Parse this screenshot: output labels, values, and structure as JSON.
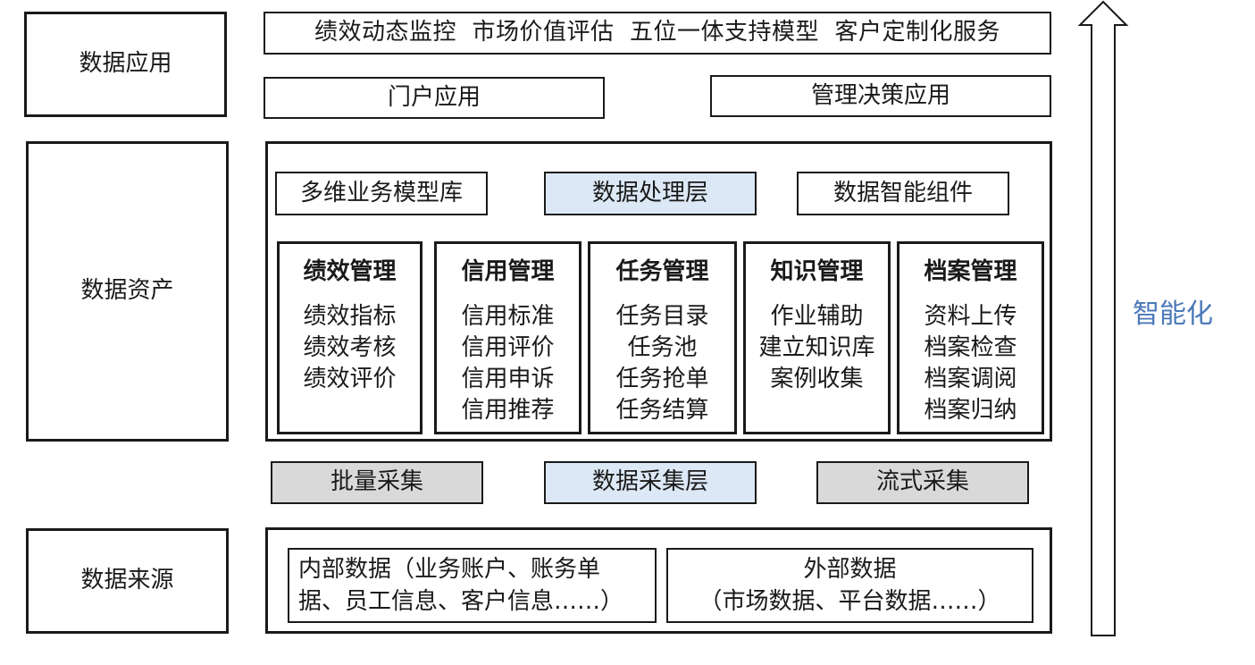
{
  "layers": {
    "application": "数据应用",
    "assets": "数据资产",
    "sources": "数据来源"
  },
  "application": {
    "top_bar": "绩效动态监控  市场价值评估  五位一体支持模型  客户定制化服务",
    "portal": "门户应用",
    "decision": "管理决策应用"
  },
  "assets": {
    "model_lib": "多维业务模型库",
    "processing_layer": "数据处理层",
    "smart_components": "数据智能组件",
    "modules": [
      {
        "title": "绩效管理",
        "items": [
          "绩效指标",
          "绩效考核",
          "绩效评价"
        ]
      },
      {
        "title": "信用管理",
        "items": [
          "信用标准",
          "信用评价",
          "信用申诉",
          "信用推荐"
        ]
      },
      {
        "title": "任务管理",
        "items": [
          "任务目录",
          "任务池",
          "任务抢单",
          "任务结算"
        ]
      },
      {
        "title": "知识管理",
        "items": [
          "作业辅助",
          "建立知识库",
          "案例收集"
        ]
      },
      {
        "title": "档案管理",
        "items": [
          "资料上传",
          "档案检查",
          "档案调阅",
          "档案归纳"
        ]
      }
    ]
  },
  "collection": {
    "batch": "批量采集",
    "layer": "数据采集层",
    "stream": "流式采集"
  },
  "sources": {
    "internal_line1": "内部数据（业务账户、账务单",
    "internal_line2": "据、员工信息、客户信息……）",
    "external_line1": "外部数据",
    "external_line2": "（市场数据、平台数据……）"
  },
  "arrow_label": "智能化",
  "colors": {
    "highlight_blue": "#dce8f5",
    "gray_fill": "#d9d9d9",
    "arrow_label_color": "#4a78b8"
  }
}
